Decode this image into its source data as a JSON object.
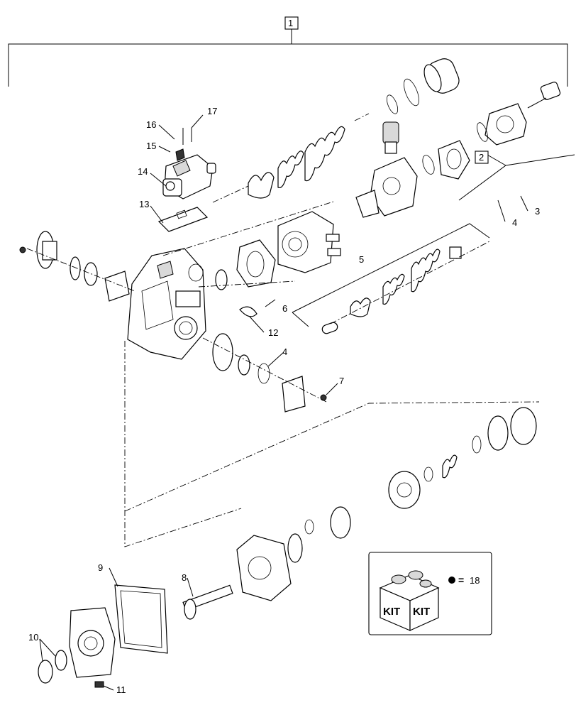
{
  "callouts": {
    "c1": "1",
    "c2": "2",
    "c3": "3",
    "c4a": "4",
    "c4b": "4",
    "c5": "5",
    "c6": "6",
    "c7": "7",
    "c8": "8",
    "c9": "9",
    "c10": "10",
    "c11": "11",
    "c12": "12",
    "c13": "13",
    "c14": "14",
    "c15": "15",
    "c16": "16",
    "c17": "17"
  },
  "kit_legend": {
    "kit_word_1": "KIT",
    "kit_word_2": "KIT",
    "equals": "=",
    "ref": "18"
  }
}
